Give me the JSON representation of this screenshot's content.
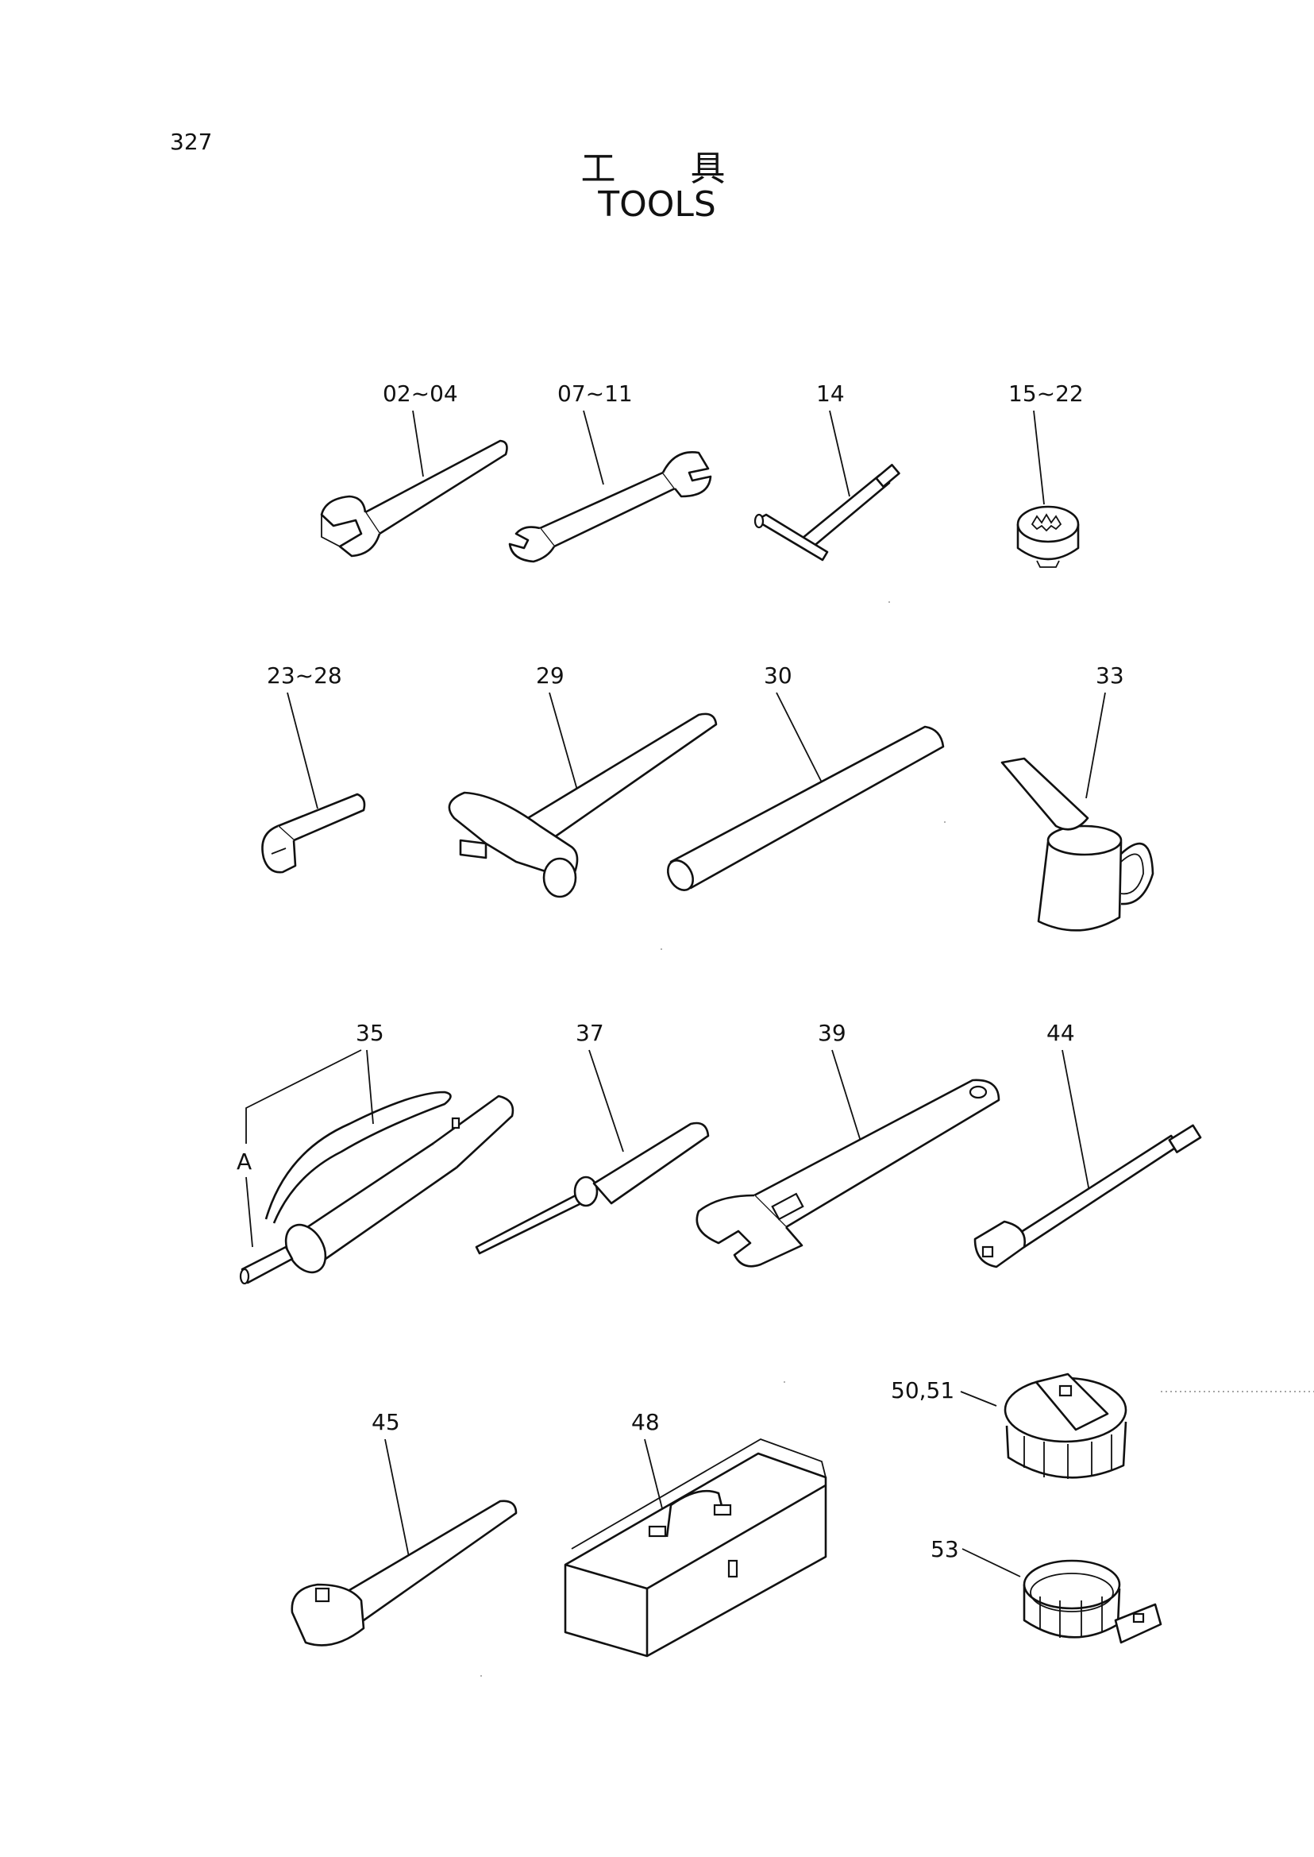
{
  "page_number": "327",
  "title": {
    "japanese": "工 具",
    "english": "TOOLS"
  },
  "callouts": [
    {
      "id": "c-02-04",
      "text": "02~04",
      "part": "open-end-wrench"
    },
    {
      "id": "c-07-11",
      "text": "07~11",
      "part": "double-open-end-wrench"
    },
    {
      "id": "c-14",
      "text": "14",
      "part": "t-handle-wrench"
    },
    {
      "id": "c-15-22",
      "text": "15~22",
      "part": "socket"
    },
    {
      "id": "c-23-28",
      "text": "23~28",
      "part": "hex-key"
    },
    {
      "id": "c-29",
      "text": "29",
      "part": "hammer"
    },
    {
      "id": "c-30",
      "text": "30",
      "part": "bar"
    },
    {
      "id": "c-33",
      "text": "33",
      "part": "oil-can"
    },
    {
      "id": "c-35",
      "text": "35",
      "part": "grease-gun"
    },
    {
      "id": "c-a",
      "text": "A",
      "part": "grease-gun-assembly"
    },
    {
      "id": "c-37",
      "text": "37",
      "part": "screwdriver"
    },
    {
      "id": "c-39",
      "text": "39",
      "part": "adjustable-wrench"
    },
    {
      "id": "c-44",
      "text": "44",
      "part": "extension-bar"
    },
    {
      "id": "c-45",
      "text": "45",
      "part": "ratchet-handle"
    },
    {
      "id": "c-48",
      "text": "48",
      "part": "tool-box"
    },
    {
      "id": "c-50-51",
      "text": "50,51",
      "part": "filter-wrench-cap"
    },
    {
      "id": "c-53",
      "text": "53",
      "part": "filter-wrench-band"
    }
  ]
}
